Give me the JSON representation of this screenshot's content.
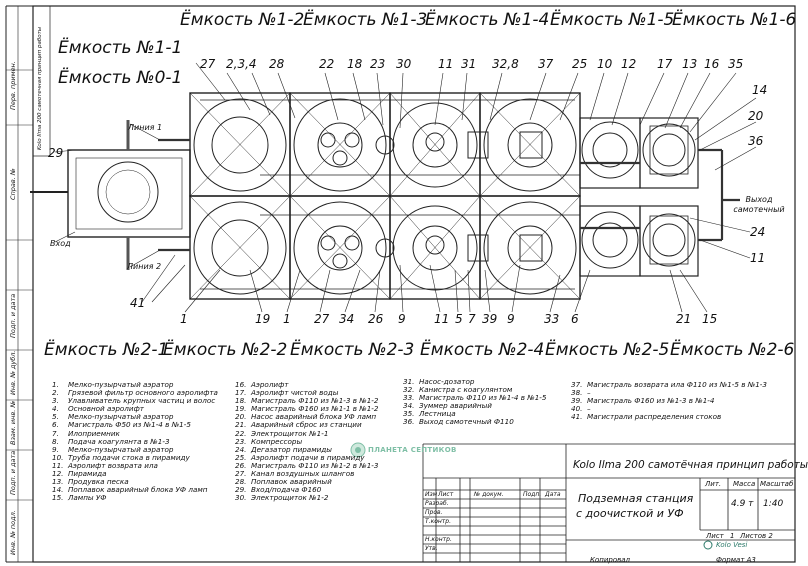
{
  "tanks_top": [
    "Ёмкость №1-1",
    "Ёмкость №0-1",
    "Ёмкость №1-2",
    "Ёмкость №1-3",
    "Ёмкость №1-4",
    "Ёмкость №1-5",
    "Ёмкость №1-6"
  ],
  "tanks_bottom": [
    "Ёмкость №2-1",
    "Ёмкость №2-2",
    "Ёмкость №2-3",
    "Ёмкость №2-4",
    "Ёмкость №2-5",
    "Ёмкость №2-6"
  ],
  "callouts_top": [
    "27",
    "2,3,4",
    "28",
    "22",
    "18",
    "23",
    "30",
    "11",
    "31",
    "32,8",
    "37",
    "25",
    "10",
    "12",
    "17",
    "13",
    "16",
    "35",
    "14",
    "20",
    "36"
  ],
  "callouts_side": [
    "29",
    "41",
    "24",
    "11"
  ],
  "callouts_bottom": [
    "1",
    "19",
    "1",
    "27",
    "34",
    "26",
    "9",
    "11",
    "5",
    "7",
    "39",
    "9",
    "33",
    "6",
    "21",
    "15"
  ],
  "line_labels": {
    "line1": "Линия 1",
    "line2": "Линия 2",
    "inlet": "Вход",
    "outlet": "Выход самотечный"
  },
  "legend": {
    "col1": [
      {
        "n": "1.",
        "t": "Мелко-пузырчатый аэратор"
      },
      {
        "n": "2.",
        "t": "Грязевой фильтр основного аэролифта"
      },
      {
        "n": "3.",
        "t": "Улавливатель крупных частиц и волос"
      },
      {
        "n": "4.",
        "t": "Основной аэролифт"
      },
      {
        "n": "5.",
        "t": "Мелко-пузырчатый аэратор"
      },
      {
        "n": "6.",
        "t": "Магистраль Ф50 из №1-4 в №1-5"
      },
      {
        "n": "7.",
        "t": "Илоприемник"
      },
      {
        "n": "8.",
        "t": "Подача коагулянта в №1-3"
      },
      {
        "n": "9.",
        "t": "Мелко-пузырчатый аэратор"
      },
      {
        "n": "10.",
        "t": "Труба подачи стока в пирамиду"
      },
      {
        "n": "11.",
        "t": "Аэролифт возврата ила"
      },
      {
        "n": "12.",
        "t": "Пирамида"
      },
      {
        "n": "13.",
        "t": "Продувка песка"
      },
      {
        "n": "14.",
        "t": "Поплавок аварийный блока УФ ламп"
      },
      {
        "n": "15.",
        "t": "Лампы УФ"
      }
    ],
    "col2": [
      {
        "n": "16.",
        "t": "Аэролифт"
      },
      {
        "n": "17.",
        "t": "Аэролифт чистой воды"
      },
      {
        "n": "18.",
        "t": "Магистраль Ф110 из №1-3 в №1-2"
      },
      {
        "n": "19.",
        "t": "Магистраль Ф160 из №1-1 в №1-2"
      },
      {
        "n": "20.",
        "t": "Насос аварийный блока УФ ламп"
      },
      {
        "n": "21.",
        "t": "Аварийный сброс из станции"
      },
      {
        "n": "22.",
        "t": "Электрощиток №1-1"
      },
      {
        "n": "23.",
        "t": "Компрессоры"
      },
      {
        "n": "24.",
        "t": "Дегазатор пирамиды"
      },
      {
        "n": "25.",
        "t": "Аэролифт подачи в пирамиду"
      },
      {
        "n": "26.",
        "t": "Магистраль Ф110 из №1-2 в №1-3"
      },
      {
        "n": "27.",
        "t": "Канал воздушных шлангов"
      },
      {
        "n": "28.",
        "t": "Поплавок аварийный"
      },
      {
        "n": "29.",
        "t": "Вход/подача Ф160"
      },
      {
        "n": "30.",
        "t": "Электрощиток №1-2"
      }
    ],
    "col3": [
      {
        "n": "31.",
        "t": "Насос-дозатор"
      },
      {
        "n": "32.",
        "t": "Канистра с коагулянтом"
      },
      {
        "n": "33.",
        "t": "Магистраль Ф110 из №1-4 в №1-5"
      },
      {
        "n": "34.",
        "t": "Зуммер аварийный"
      },
      {
        "n": "35.",
        "t": "Лестница"
      },
      {
        "n": "36.",
        "t": "Выход самотечный Ф110"
      }
    ],
    "col4": [
      {
        "n": "37.",
        "t": "Магистраль возврата ила Ф110 из №1-5 в №1-3"
      },
      {
        "n": "38.",
        "t": "–"
      },
      {
        "n": "39.",
        "t": "Магистраль Ф160 из №1-3 в №1-4"
      },
      {
        "n": "40.",
        "t": "–"
      },
      {
        "n": "41.",
        "t": "Магистрали распределения стоков"
      }
    ]
  },
  "watermark": "ПЛАНЕТА СЕПТИКОВ",
  "title_block": {
    "project": "Kolo Ilma 200 самотёчная принцип работы",
    "name_line1": "Подземная станция",
    "name_line2": "с доочисткой и УФ",
    "col_headers": [
      "Изм",
      "Лист",
      "№ докум.",
      "Подп.",
      "Дата"
    ],
    "rows": [
      "Разраб.",
      "Пров.",
      "Т.контр.",
      "",
      "Н.контр.",
      "Утв."
    ],
    "lit_header": "Лит.",
    "mass_header": "Масса",
    "scale_header": "Масштаб",
    "mass": "4.9 т",
    "scale": "1:40",
    "sheet": "Лист",
    "sheet_no": "1",
    "sheets": "Листов 2",
    "brand": "Kolo Vesi",
    "copied": "Копировал",
    "format": "Формат А3"
  },
  "side_stamps": [
    "Перв. примен.",
    "Справ. №",
    "Подп. и дата",
    "Инв. № дубл.",
    "Взам. инв. №",
    "Подп. и дата",
    "Инв. № подл."
  ],
  "top_stamp": "Kolo Ilma 200 самотечная принцип работы"
}
